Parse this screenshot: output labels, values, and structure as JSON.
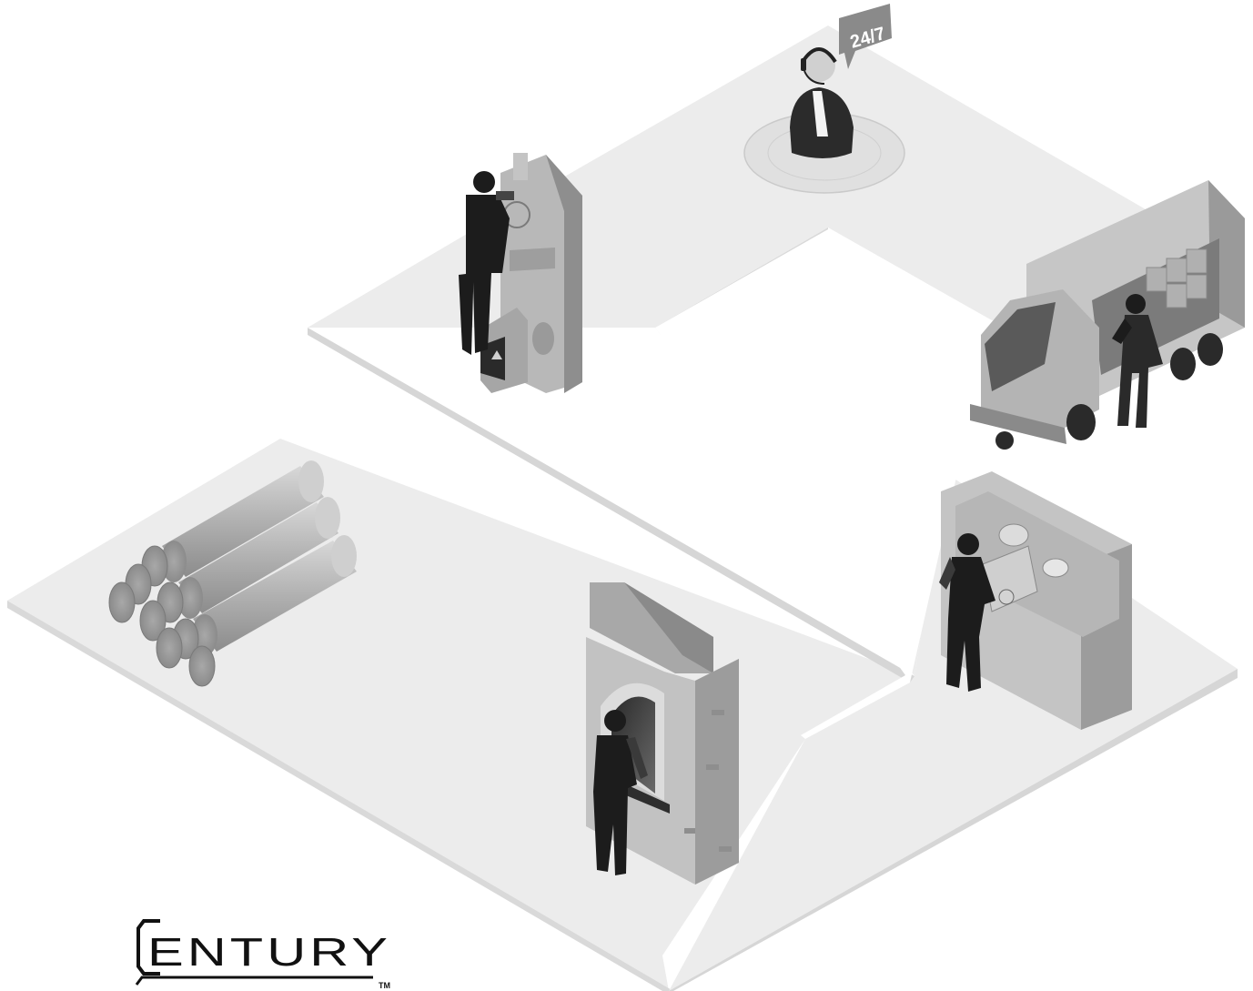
{
  "support": {
    "bubble_text": "24/7"
  },
  "logo": {
    "wordmark": "ENTURY",
    "trademark": "TM"
  },
  "colors": {
    "floor": "#ececec",
    "floor_edge": "#d6d6d6",
    "machine_light": "#bdbdbd",
    "machine_mid": "#9a9a9a",
    "machine_dark": "#7a7a7a",
    "worker": "#1a1a1a",
    "logo": "#111111"
  },
  "icons": [
    "headset-icon",
    "speech-bubble-icon"
  ]
}
